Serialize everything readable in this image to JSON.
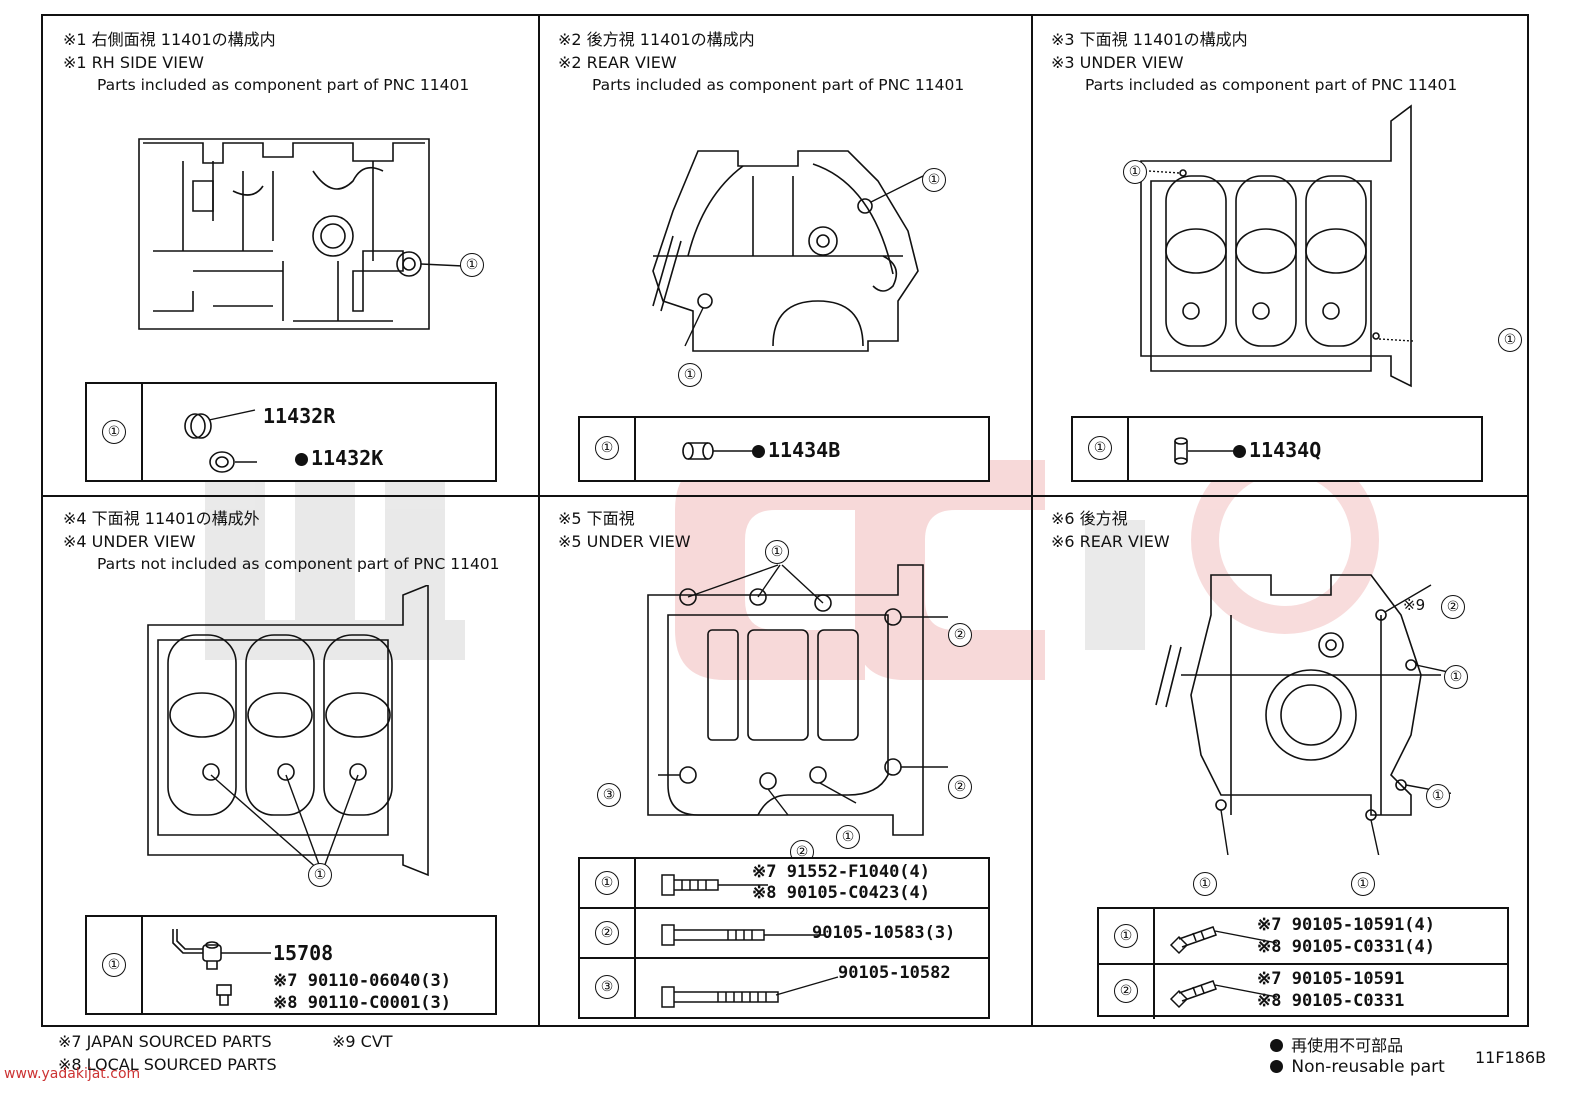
{
  "diagram_code": "11F186B",
  "site": "www.yadakijat.com",
  "panels": [
    {
      "jp": "※1 右側面視 11401の構成内",
      "en": "※1 RH SIDE VIEW",
      "sub": "Parts included as component part of PNC 11401",
      "ref": "①",
      "parts": [
        {
          "pn": "11432R",
          "mark": ""
        },
        {
          "pn": "11432K",
          "mark": "●"
        }
      ]
    },
    {
      "jp": "※2 後方視 11401の構成内",
      "en": "※2 REAR VIEW",
      "sub": "Parts included as component part of PNC 11401",
      "ref": "①",
      "parts": [
        {
          "pn": "11434B",
          "mark": "●"
        }
      ]
    },
    {
      "jp": "※3 下面視 11401の構成内",
      "en": "※3 UNDER VIEW",
      "sub": "Parts included as component part of PNC 11401",
      "ref": "①",
      "parts": [
        {
          "pn": "11434Q",
          "mark": "●"
        }
      ]
    },
    {
      "jp": "※4 下面視 11401の構成外",
      "en": "※4 UNDER VIEW",
      "sub": "Parts not included as component part of PNC 11401",
      "ref": "①",
      "parts": [
        {
          "pn": "15708"
        },
        {
          "pn": "※7 90110-06040(3)"
        },
        {
          "pn": "※8 90110-C0001(3)"
        }
      ]
    },
    {
      "jp": "※5 下面視",
      "en": "※5 UNDER VIEW",
      "sub": "",
      "rows": [
        {
          "ref": "①",
          "lines": [
            "※7 91552-F1040(4)",
            "※8 90105-C0423(4)"
          ]
        },
        {
          "ref": "②",
          "lines": [
            "90105-10583(3)"
          ]
        },
        {
          "ref": "③",
          "lines": [
            "90105-10582"
          ]
        }
      ]
    },
    {
      "jp": "※6 後方視",
      "en": "※6 REAR VIEW",
      "sub": "",
      "cvt_label": "※9",
      "rows": [
        {
          "ref": "①",
          "lines": [
            "※7 90105-10591(4)",
            "※8 90105-C0331(4)"
          ]
        },
        {
          "ref": "②",
          "lines": [
            "※7 90105-10591",
            "※8 90105-C0331"
          ]
        }
      ]
    }
  ],
  "callouts": {
    "one": "①",
    "two": "②",
    "three": "③"
  },
  "footer": {
    "note7": "※7 JAPAN SOURCED PARTS",
    "note9": "※9 CVT",
    "note8": "※8 LOCAL SOURCED PARTS",
    "legend_jp": "再使用不可部品",
    "legend_en": "Non-reusable part"
  }
}
